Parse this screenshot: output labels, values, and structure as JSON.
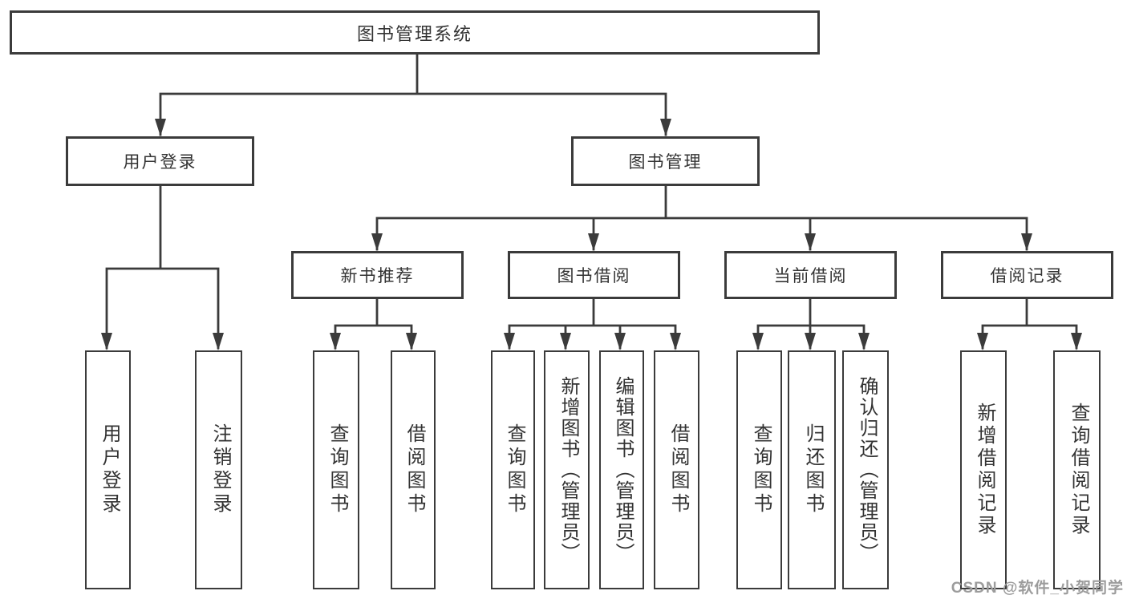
{
  "diagram_title": "图书管理系统",
  "nodes": {
    "root": "图书管理系统",
    "user_login": "用户登录",
    "book_mgmt": "图书管理",
    "new_books": "新书推荐",
    "book_borrow": "图书借阅",
    "current_borrow": "当前借阅",
    "borrow_records": "借阅记录",
    "leaves": {
      "user_login": [
        "用户登录",
        "注销登录"
      ],
      "new_books": [
        "查询图书",
        "借阅图书"
      ],
      "book_borrow": [
        "查询图书",
        "新增图书（管理员）",
        "编辑图书（管理员）",
        "借阅图书"
      ],
      "current_borrow": [
        "查询图书",
        "归还图书",
        "确认归还（管理员）"
      ],
      "borrow_records": [
        "新增借阅记录",
        "查询借阅记录"
      ]
    }
  },
  "watermark": "CSDN @软件_小贺同学",
  "colors": {
    "line": "#3b3b3b",
    "text": "#333333",
    "watermark": "#9c9c9c",
    "background": "#ffffff"
  }
}
